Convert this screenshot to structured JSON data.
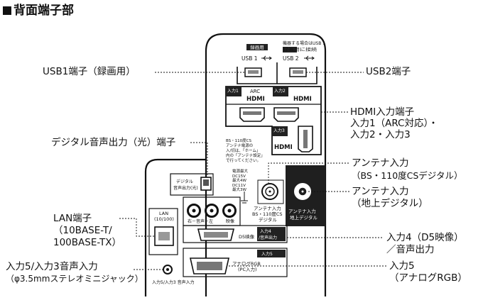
{
  "title": "背面端子部",
  "callouts": {
    "usb1": "USB1端子（録画用）",
    "usb2": "USB2端子",
    "hdmi": [
      "HDMI入力端子",
      "入力1（ARC対応）・",
      "入力2・入力3"
    ],
    "optical": "デジタル音声出力（光）端子",
    "antenna_bs": [
      "アンテナ入力",
      "（BS・110度CSデジタル）"
    ],
    "antenna_terr": [
      "アンテナ入力",
      "（地上デジタル）"
    ],
    "lan": [
      "LAN端子",
      "（10BASE-T/",
      "100BASE-TX）"
    ],
    "input4": [
      "入力4（D5映像）",
      "／音声出力"
    ],
    "input53": [
      "入力5/入力3音声入力",
      "（φ3.5mmステレオミニジャック）"
    ],
    "input5": [
      "入力5",
      "（アナログRGB）"
    ]
  },
  "panel": {
    "usb1_tag": "録画用",
    "usb1_label": "USB 1",
    "usb2_note_a": "機器する場合はUSB 1",
    "usb2_note_b": "録画用に接続",
    "usb2_label": "USB 2",
    "input1_tag": "入力1",
    "arc": "ARC",
    "hdmi_logo": "HDMI",
    "input2_tag": "入力2",
    "input3_tag": "入力3",
    "bs_note": [
      "BS・110度CS",
      "アンテナ電源の",
      "入/切は、「ホーム」",
      "内の「アンテナ設定」",
      "で行ってください。"
    ],
    "power_note": [
      "電源最大",
      "DC15V",
      "最大4W",
      "DC11V",
      "最大3W"
    ],
    "bs_label": [
      "アンテナ入力",
      "BS・110度CS",
      "デジタル"
    ],
    "terr_label": [
      "アンテナ入力",
      "地上デジタル"
    ],
    "optical_label": [
      "デジタル",
      "音声出力(光)"
    ],
    "lan_label": [
      "LAN",
      "(10/100)"
    ],
    "audio_lr": "右－音声－左",
    "video": "映像",
    "d5": "D5映像",
    "input4_tag": [
      "入力4",
      "/音声出力"
    ],
    "input5_tag": "入力5",
    "rgb_label": [
      "アナログRGB",
      "(PC入力)"
    ],
    "mini_label": "入力5/入力3 音声入力"
  }
}
